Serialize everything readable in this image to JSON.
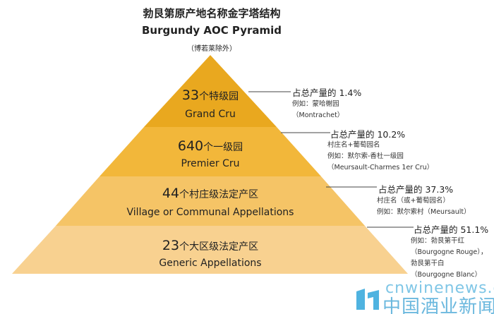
{
  "title_cn": "勃艮第原产地名称金字塔结构",
  "title_en": "Burgundy AOC Pyramid",
  "subtitle": "（博若莱除外）",
  "colors": {
    "tier1": "#E9A81F",
    "tier2": "#F2B73A",
    "tier3": "#F5C466",
    "tier4": "#F8D190"
  },
  "tiers": [
    {
      "count": "33",
      "label_cn": "个特级园",
      "label_en": "Grand Cru",
      "share": "占总产量的 1.4%",
      "notes": [
        "例如：蒙哈榭园",
        "（Montrachet）"
      ]
    },
    {
      "count": "640",
      "label_cn": "个一级园",
      "label_en": "Premier Cru",
      "share": "占总产量的 10.2%",
      "notes": [
        "村庄名+葡萄园名",
        "例如：默尔索-香杜一级园",
        "（Meursault-Charmes 1er Cru）"
      ]
    },
    {
      "count": "44",
      "label_cn": "个村庄级法定产区",
      "label_en": "Village or Communal Appellations",
      "share": "占总产量的 37.3%",
      "notes": [
        "村庄名（或+葡萄园名）",
        "例如：默尔索村（Meursault）"
      ]
    },
    {
      "count": "23",
      "label_cn": "个大区级法定产区",
      "label_en": "Generic Appellations",
      "share": "占总产量的 51.1%",
      "notes": [
        "例如：勃艮第干红",
        "（Bourgogne Rouge），",
        "勃艮第干白",
        "（Bourgogne Blanc）"
      ]
    }
  ],
  "watermark": {
    "line1": "cnwinenews.com",
    "line2": "中国酒业新闻网"
  }
}
